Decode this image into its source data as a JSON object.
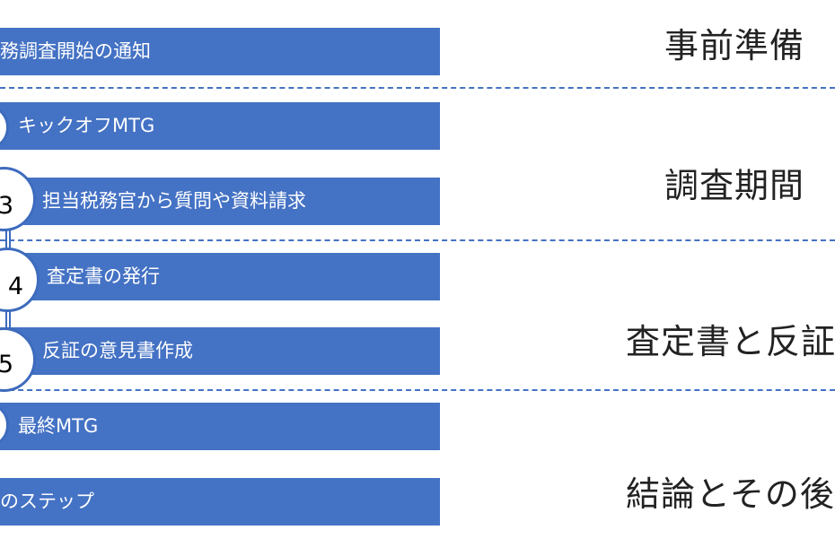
{
  "steps": [
    {
      "label": "務調査開始の通知"
    },
    {
      "label": "キックオフMTG"
    },
    {
      "label": "担当税務官から質問や資料請求",
      "number": "3"
    },
    {
      "label": "査定書の発行",
      "number": "4"
    },
    {
      "label": "反証の意見書作成",
      "number": "5"
    },
    {
      "label": "最終MTG"
    },
    {
      "label": "のステップ"
    }
  ],
  "phases": [
    {
      "label": "事前準備"
    },
    {
      "label": "調査期間"
    },
    {
      "label": "査定書と反証"
    },
    {
      "label": "結論とその後"
    }
  ],
  "colors": {
    "bar": "#4472c4",
    "circle_border": "#3d6bbd",
    "divider": "#4472c4"
  }
}
